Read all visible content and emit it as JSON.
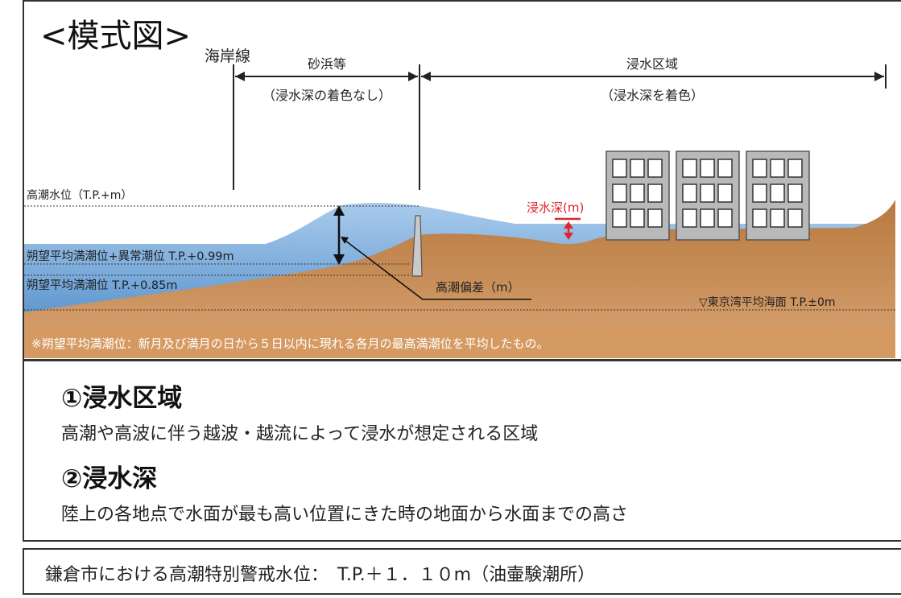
{
  "diagram": {
    "title": "<模式図>",
    "coastline_label": "海岸線",
    "beach": {
      "label": "砂浜等",
      "note": "（浸水深の着色なし）"
    },
    "flood_zone": {
      "label": "浸水区域",
      "note": "（浸水深を着色）"
    },
    "depth_label": "浸水深(m)",
    "levels": {
      "high_tide": "高潮水位（T.P.+m）",
      "abnormal": "朔望平均満潮位+異常潮位  T.P.+0.99m",
      "mean_high": "朔望平均満潮位 T.P.+0.85m",
      "surge": "高潮偏差（m）",
      "datum": "▽東京湾平均海面 T.P.±0m"
    },
    "footnote": "※朔望平均満潮位：新月及び満月の日から５日以内に現れる各月の最高満潮位を平均したもの。",
    "colors": {
      "water": "#8cb7df",
      "ground": "#c68a52",
      "band": "#d49a62",
      "depth_red": "#e0242c"
    }
  },
  "definitions": [
    {
      "title": "①浸水区域",
      "text": "高潮や高波に伴う越波・越流によって浸水が想定される区域"
    },
    {
      "title": "②浸水深",
      "text": "陸上の各地点で水面が最も高い位置にきた時の地面から水面までの高さ"
    }
  ],
  "footer": {
    "text": "鎌倉市における高潮特別警戒水位：　T.P.＋１．１０m（油壷験潮所）"
  }
}
